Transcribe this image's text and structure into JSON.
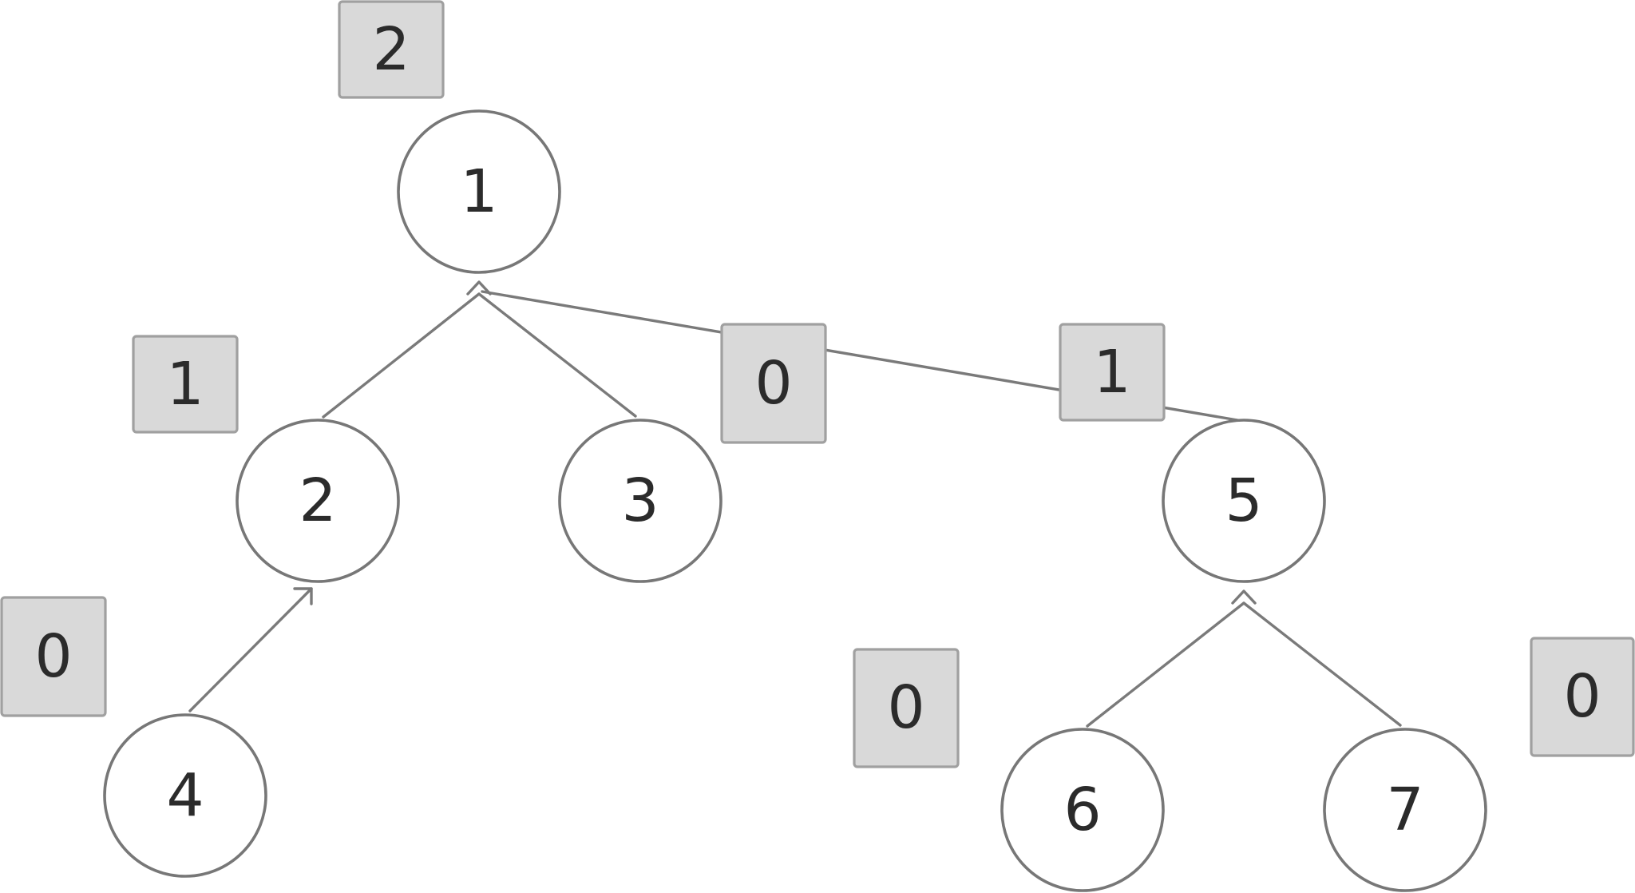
{
  "nodes": [
    {
      "id": "n1",
      "label": "1"
    },
    {
      "id": "n2",
      "label": "2"
    },
    {
      "id": "n3",
      "label": "3"
    },
    {
      "id": "n4",
      "label": "4"
    },
    {
      "id": "n5",
      "label": "5"
    },
    {
      "id": "n6",
      "label": "6"
    },
    {
      "id": "n7",
      "label": "7"
    }
  ],
  "edges": [
    {
      "from": "n2",
      "to": "n1"
    },
    {
      "from": "n3",
      "to": "n1"
    },
    {
      "from": "n5",
      "to": "n1"
    },
    {
      "from": "n4",
      "to": "n2"
    },
    {
      "from": "n6",
      "to": "n5"
    },
    {
      "from": "n7",
      "to": "n5"
    }
  ],
  "badges": [
    {
      "id": "b-top",
      "label": "2"
    },
    {
      "id": "b-left",
      "label": "1"
    },
    {
      "id": "b-mid",
      "label": "0"
    },
    {
      "id": "b-right",
      "label": "1"
    },
    {
      "id": "b-bottom-left",
      "label": "0"
    },
    {
      "id": "b-bottom-mid",
      "label": "0"
    },
    {
      "id": "b-bottom-right",
      "label": "0"
    }
  ],
  "colors": {
    "node_stroke": "#777777",
    "edge": "#7a7a7a",
    "badge_fill": "#d9d9d9",
    "badge_stroke": "#a0a0a0",
    "text": "#2b2b2b"
  }
}
